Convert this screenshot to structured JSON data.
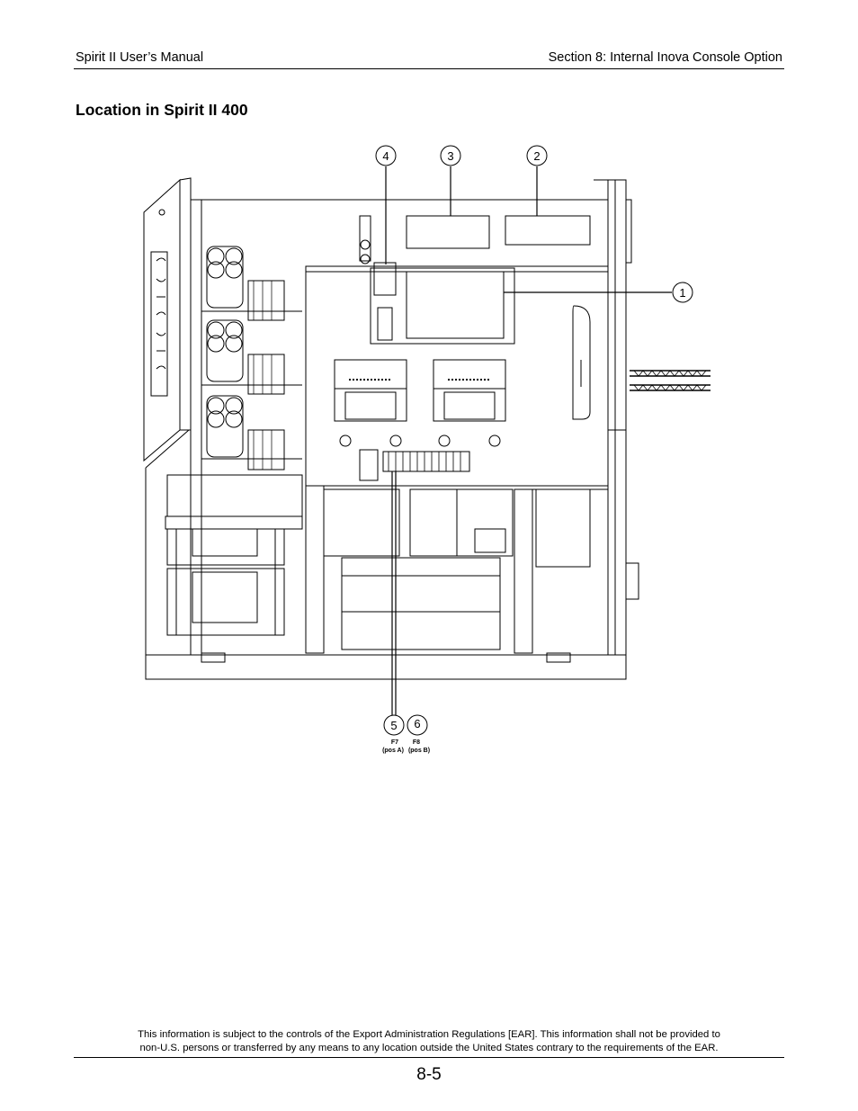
{
  "header": {
    "left": "Spirit II User’s Manual",
    "right": "Section 8: Internal Inova Console Option"
  },
  "heading": "Location in Spirit II 400",
  "callouts": [
    {
      "number": "1"
    },
    {
      "number": "2"
    },
    {
      "number": "3"
    },
    {
      "number": "4"
    },
    {
      "number": "5",
      "fuse": "F7",
      "pos": "(pos A)"
    },
    {
      "number": "6",
      "fuse": "F8",
      "pos": "(pos B)"
    }
  ],
  "footer": {
    "line1": "This information is subject to the controls of the Export Administration Regulations [EAR].  This information shall not be provided to",
    "line2": "non-U.S. persons or transferred by any means to any location outside the United States contrary to the requirements of the EAR.",
    "page_number": "8-5"
  }
}
